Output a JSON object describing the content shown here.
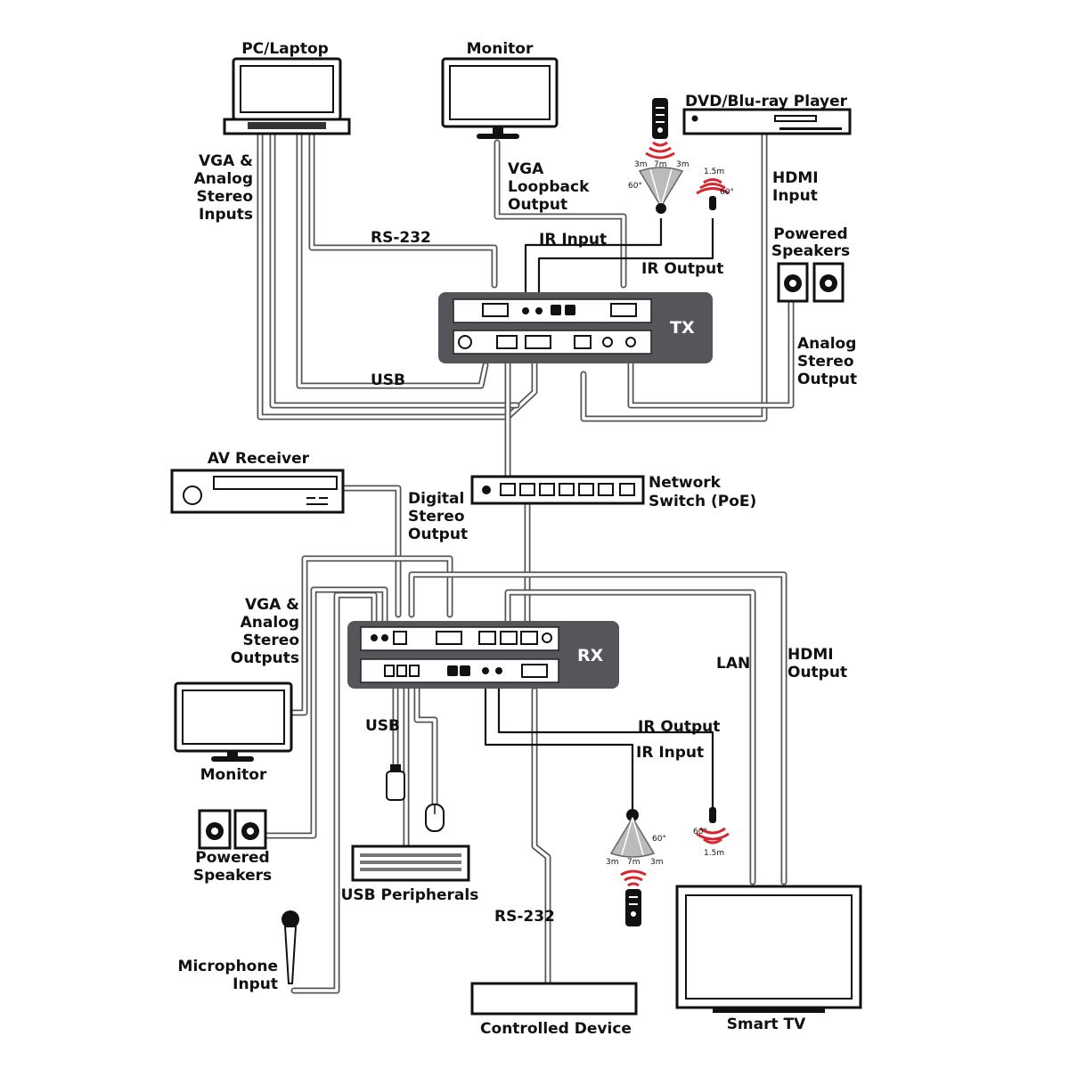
{
  "title": "",
  "units": {
    "tx": "TX",
    "rx": "RX"
  },
  "devices": {
    "pc": "PC/Laptop",
    "monitor_top": "Monitor",
    "dvd": "DVD/Blu-ray Player",
    "powered_speakers_top": [
      "Powered",
      "Speakers"
    ],
    "av_receiver": "AV Receiver",
    "network_switch": [
      "Network",
      "Switch (PoE)"
    ],
    "monitor_bottom": "Monitor",
    "powered_speakers_bottom": [
      "Powered",
      "Speakers"
    ],
    "usb_peripherals": "USB Peripherals",
    "microphone": [
      "Microphone",
      "Input"
    ],
    "controlled_device": "Controlled Device",
    "smart_tv": "Smart TV"
  },
  "connections": {
    "vga_analog_inputs": [
      "VGA &",
      "Analog",
      "Stereo",
      "Inputs"
    ],
    "vga_loopback": [
      "VGA",
      "Loopback",
      "Output"
    ],
    "hdmi_input": [
      "HDMI",
      "Input"
    ],
    "rs232_top": "RS-232",
    "ir_input_top": "IR Input",
    "ir_output_top": "IR Output",
    "analog_stereo_output": [
      "Analog",
      "Stereo",
      "Output"
    ],
    "usb_top": "USB",
    "digital_stereo_output": [
      "Digital",
      "Stereo",
      "Output"
    ],
    "vga_analog_outputs": [
      "VGA &",
      "Analog",
      "Stereo",
      "Outputs"
    ],
    "lan": "LAN",
    "hdmi_output": [
      "HDMI",
      "Output"
    ],
    "usb_bottom": "USB",
    "ir_output_bottom": "IR Output",
    "ir_input_bottom": "IR Input",
    "rs232_bottom": "RS-232"
  },
  "ir_specs": {
    "receiver_range_left": "3m",
    "receiver_range_center": "7m",
    "receiver_range_right": "3m",
    "receiver_angle": "60°",
    "emitter_range": "1.5m",
    "emitter_angle": "60°"
  },
  "colors": {
    "chassis": "#555659",
    "cable": "#555555",
    "ir_signal": "#d7262e",
    "ink": "#111111"
  }
}
